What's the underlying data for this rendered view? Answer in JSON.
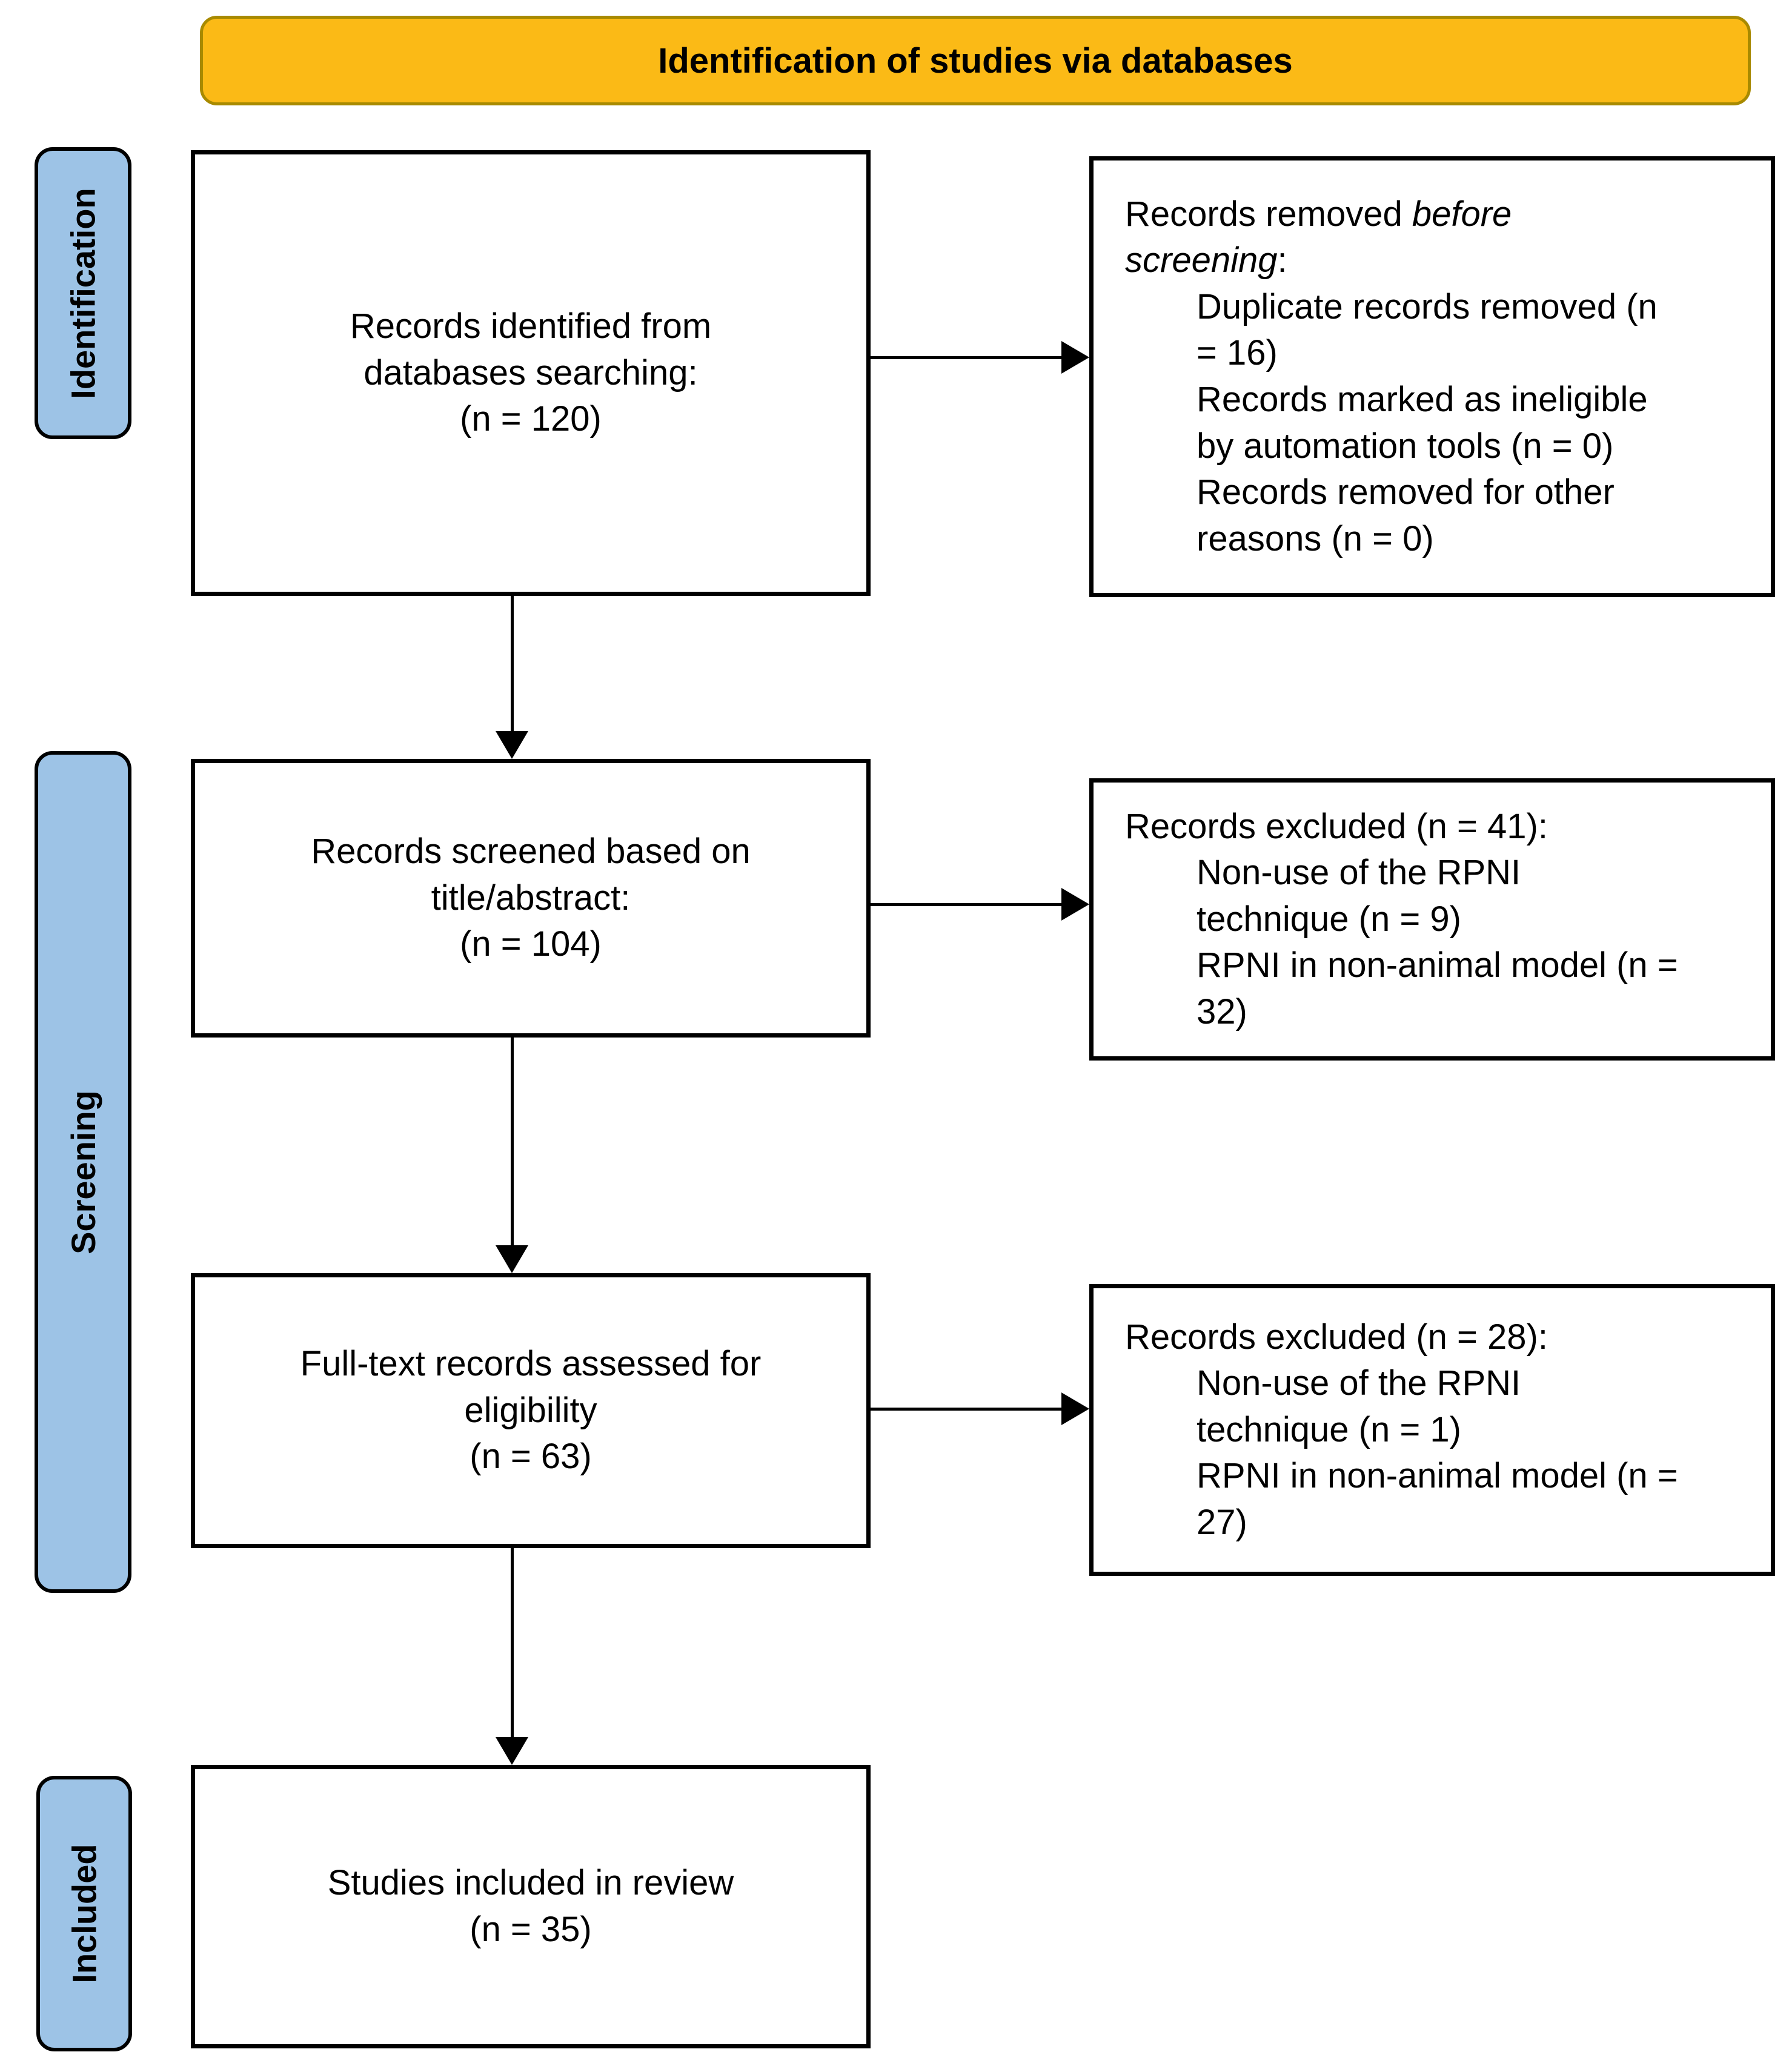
{
  "banner": {
    "title": "Identification of studies via databases"
  },
  "sidebar": {
    "identification": "Identification",
    "screening": "Screening",
    "included": "Included"
  },
  "boxes": {
    "identified": {
      "lines": [
        "Records identified from",
        "databases searching:",
        "(n = 120)"
      ]
    },
    "removed_before_screening": {
      "heading_prefix": "Records removed ",
      "heading_italic": "before screening",
      "heading_suffix": ":",
      "items": [
        "Duplicate records removed (n = 16)",
        "Records marked as ineligible by automation tools (n = 0)",
        "Records removed for other reasons (n = 0)"
      ]
    },
    "screened": {
      "lines": [
        "Records screened based on",
        "title/abstract:",
        "(n = 104)"
      ]
    },
    "excluded_screening": {
      "heading": "Records excluded (n = 41):",
      "items": [
        "Non-use of the RPNI technique (n = 9)",
        "RPNI in non-animal model (n = 32)"
      ]
    },
    "fulltext": {
      "lines": [
        "Full-text records assessed for",
        "eligibility",
        "(n = 63)"
      ]
    },
    "excluded_eligibility": {
      "heading": "Records excluded (n = 28):",
      "items": [
        "Non-use of the RPNI technique (n = 1)",
        "RPNI in non-animal model (n = 27)"
      ]
    },
    "included_review": {
      "lines": [
        "Studies included in review",
        "(n = 35)"
      ]
    }
  },
  "colors": {
    "banner_fill": "#FBBA16",
    "banner_border": "#A88A00",
    "sidebar_fill": "#9DC3E6",
    "box_border": "#000000"
  }
}
